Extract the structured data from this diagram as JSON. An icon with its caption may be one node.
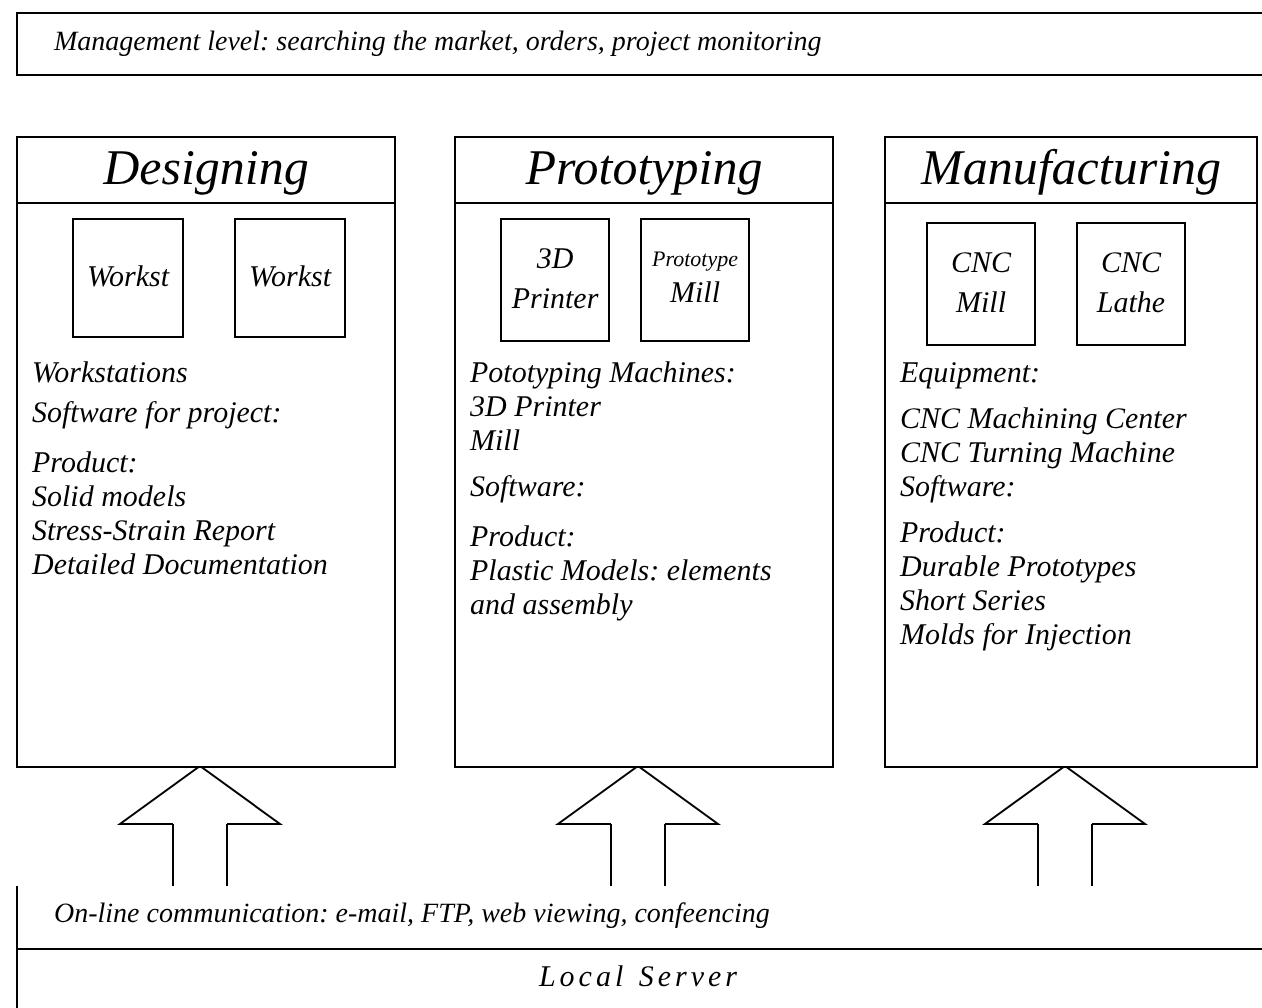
{
  "diagram": {
    "nodes": [
      {
        "text": [
          "Management level: searching the market, orders, project monitoring"
        ]
      },
      {
        "text": [
          "Designing",
          "Workstations",
          "Software for project:",
          "Product:",
          "Solid models",
          "Stress-Strain Report",
          "Detailed Documentation"
        ]
      },
      {
        "text": [
          "Workst"
        ],
        "in": 1
      },
      {
        "text": [
          "Workst"
        ],
        "in": 1
      },
      {
        "text": [
          "Prototyping",
          "Pototyping Machines:",
          "3D Printer",
          "Mill",
          "Software:",
          "Product:",
          "Plastic Models: elements and assembly"
        ]
      },
      {
        "text": [
          "3D Printer"
        ],
        "in": 4
      },
      {
        "text": [
          "Prototype",
          "Mill"
        ],
        "in": 4
      },
      {
        "text": [
          "Manufacturing",
          "Equipment:",
          "CNC Machining Center",
          "CNC Turning Machine",
          "Software:",
          "Product:",
          "Durable Prototypes",
          "Short Series",
          "Molds for Injection"
        ]
      },
      {
        "text": [
          "CNC Mill"
        ],
        "in": 7
      },
      {
        "text": [
          "CNC Lathe"
        ],
        "in": 7
      },
      {
        "text": [
          "On-line communication: e-mail, FTP, web viewing, confeencing"
        ]
      },
      {
        "text": [
          "Local Server"
        ]
      }
    ],
    "edges": [
      {
        "from": 10,
        "to": 1,
        "arrow": "to"
      },
      {
        "from": 10,
        "to": 4,
        "arrow": "to"
      },
      {
        "from": 10,
        "to": 7,
        "arrow": "to"
      }
    ]
  }
}
